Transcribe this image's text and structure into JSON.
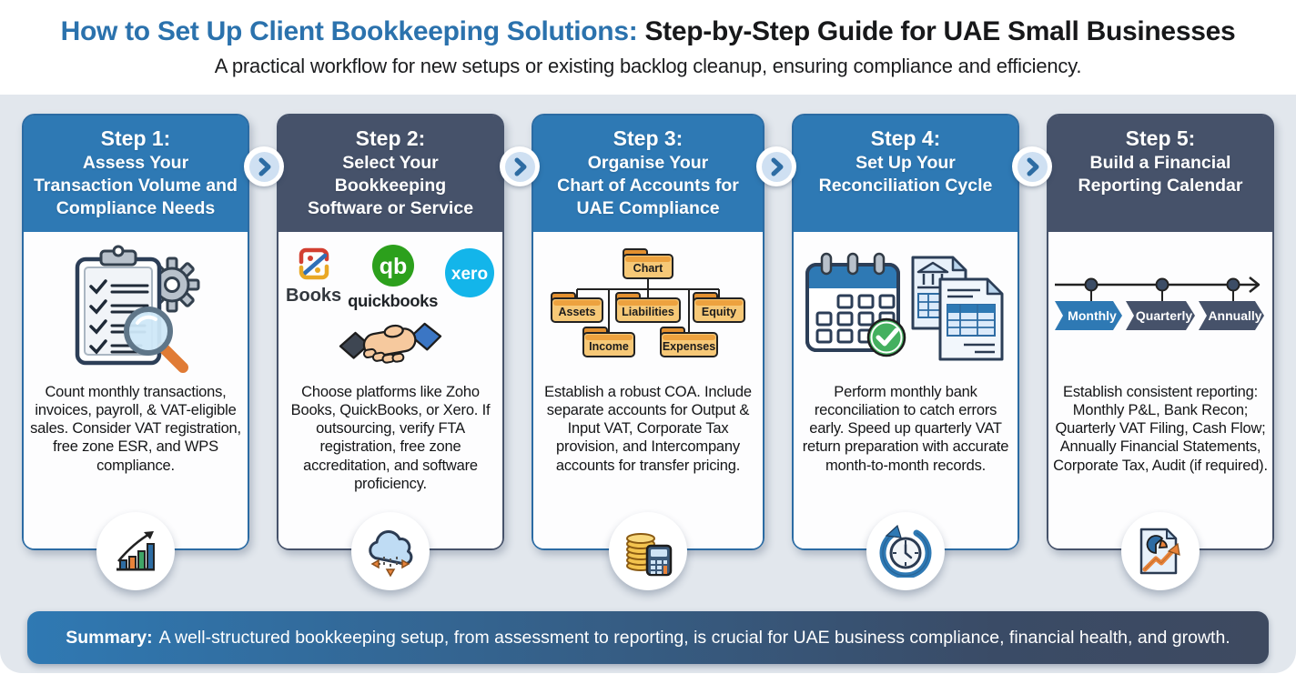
{
  "header": {
    "title_highlight": "How to Set Up Client Bookkeeping Solutions:",
    "title_rest": " Step-by-Step Guide for UAE Small Businesses",
    "subtitle": "A practical workflow for new setups or existing backlog cleanup, ensuring compliance and efficiency."
  },
  "steps": [
    {
      "label": "Step 1:",
      "title": "Assess Your\nTransaction Volume and\nCompliance Needs",
      "theme": "blue",
      "description": "Count monthly transactions, invoices, payroll, & VAT-eligible sales. Consider VAT registration, free zone ESR, and WPS compliance."
    },
    {
      "label": "Step 2:",
      "title": "Select Your\nBookkeeping\nSoftware or Service",
      "theme": "slate",
      "description": "Choose platforms like Zoho Books, QuickBooks, or Xero. If outsourcing, verify FTA registration, free zone accreditation, and software proficiency."
    },
    {
      "label": "Step 3:",
      "title": "Organise Your\nChart of Accounts for\nUAE Compliance",
      "theme": "blue",
      "description": "Establish a robust COA. Include separate accounts for Output & Input VAT, Corporate Tax provision, and Intercompany accounts for transfer pricing."
    },
    {
      "label": "Step 4:",
      "title": "Set Up Your\nReconciliation Cycle",
      "theme": "blue",
      "description": "Perform monthly bank reconciliation to catch errors early. Speed up quarterly VAT return preparation with accurate month-to-month records."
    },
    {
      "label": "Step 5:",
      "title": "Build a Financial\nReporting Calendar",
      "theme": "slate",
      "description": "Establish consistent reporting: Monthly P&L, Bank Recon; Quarterly VAT Filing, Cash Flow; Annually Financial Statements, Corporate Tax, Audit (if required)."
    }
  ],
  "logos": {
    "zoho_label": "Books",
    "quickbooks_monogram": "qb",
    "quickbooks_label": "quickbooks",
    "xero_label": "xero"
  },
  "chart_of_accounts": {
    "root": "Chart",
    "children": [
      "Assets",
      "Liabilities",
      "Equity"
    ],
    "grandchildren": [
      "Income",
      "Expenses"
    ]
  },
  "timeline": {
    "items": [
      "Monthly",
      "Quarterly",
      "Annually"
    ]
  },
  "summary": {
    "label": "Summary:",
    "text": "A well-structured bookkeeping setup, from assessment to reporting, is crucial for UAE business compliance, financial health, and growth."
  },
  "colors": {
    "background": "#e2e7ed",
    "step_blue": "#2e79b4",
    "step_slate": "#46526a",
    "title_blue": "#2b72ad",
    "accent_orange": "#e8833a",
    "accent_green": "#3fa566",
    "quickbooks_green": "#2CA01C",
    "xero_cyan": "#13b5ea",
    "folder_tan": "#f6c877",
    "folder_tab_orange": "#e3902f"
  }
}
